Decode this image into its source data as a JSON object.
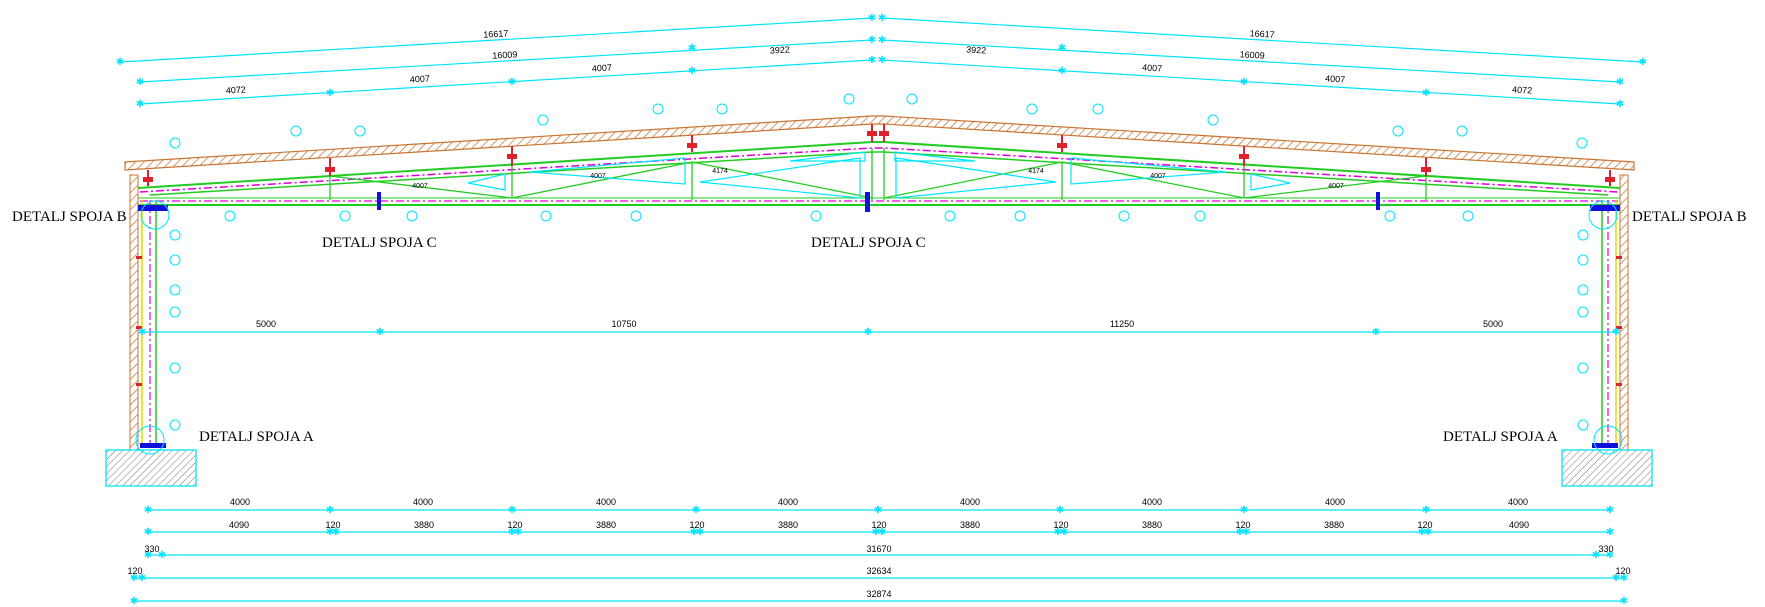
{
  "colors": {
    "dimension": "#00e5ff",
    "roof": "#c87533",
    "chord": "#22cc22",
    "purlin": "#dd00dd",
    "connector": "#e0202a",
    "plate": "#1010dd",
    "hatch": "#555555",
    "text": "#000000"
  },
  "roof_dims": {
    "row1": [
      "16617",
      "16617"
    ],
    "row2": [
      "16009",
      "3922",
      "3922",
      "16009"
    ],
    "row3": [
      "4072",
      "4007",
      "4007",
      "4007",
      "4007",
      "4072"
    ]
  },
  "truss_dims": [
    "4007",
    "4007",
    "4174",
    "4174",
    "4007",
    "4007"
  ],
  "span_dims": [
    "5000",
    "10750",
    "11250",
    "5000"
  ],
  "bottom_dims": {
    "row1": [
      "4000",
      "4000",
      "4000",
      "4000",
      "4000",
      "4000",
      "4000",
      "4000"
    ],
    "row2": [
      "4090",
      "120",
      "3880",
      "120",
      "3880",
      "120",
      "3880",
      "120",
      "3880",
      "120",
      "3880",
      "120",
      "3880",
      "120",
      "4090"
    ],
    "row3": [
      "330",
      "31670",
      "330"
    ],
    "row4": [
      "120",
      "32634",
      "120"
    ],
    "row5": [
      "32874"
    ]
  },
  "labels": {
    "detail_b_left": "DETALJ SPOJA B",
    "detail_b_right": "DETALJ SPOJA B",
    "detail_c_left": "DETALJ SPOJA C",
    "detail_c_center": "DETALJ SPOJA C",
    "detail_a_left": "DETALJ SPOJA A",
    "detail_a_right": "DETALJ SPOJA A"
  }
}
